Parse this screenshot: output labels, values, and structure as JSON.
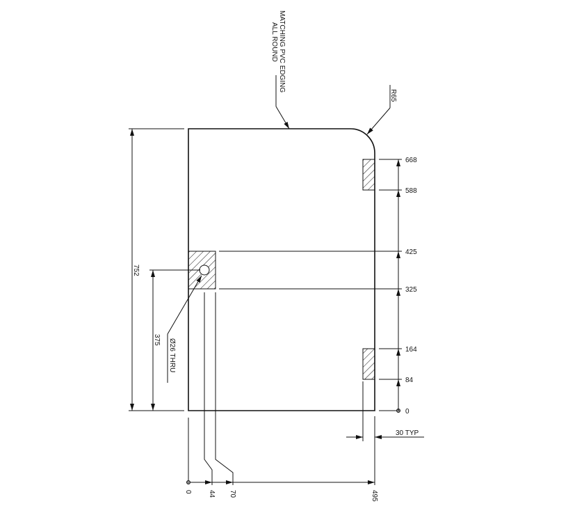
{
  "drawing": {
    "notes": {
      "edging_line1": "MATCHING PVC EDGING",
      "edging_line2": "ALL ROUND",
      "radius": "R65",
      "hole": "Ø26 THRU",
      "typ": "30 TYP"
    },
    "overall_height": "752",
    "hole_height": "375",
    "vertical_dims": [
      "668",
      "588",
      "425",
      "325",
      "164",
      "84",
      "0"
    ],
    "horizontal_dims": [
      "0",
      "44",
      "70",
      "495"
    ],
    "line_color": "#111111"
  }
}
